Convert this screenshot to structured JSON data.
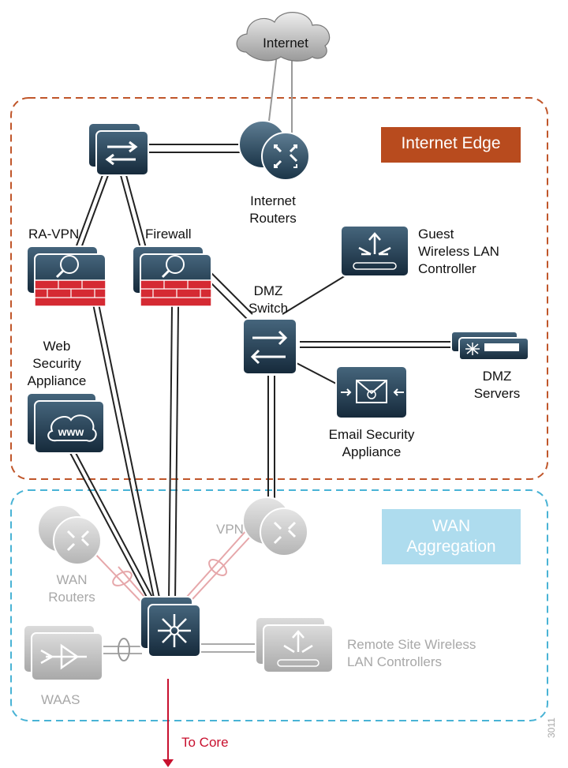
{
  "colors": {
    "edge_box": "#c0562a",
    "wan_box": "#49b3d5",
    "edge_badge": "#b84b1e",
    "wan_badge": "#aedcee",
    "device_dark": "#1f3b4f",
    "firewall_red": "#d52a33",
    "link": "#222222",
    "wan_link_grey": "#aaaaaa",
    "wan_link_pink": "#e6a7aa",
    "core_arrow": "#c8102e"
  },
  "labels": {
    "internet": "Internet",
    "internet_edge": "Internet Edge",
    "internet_routers": "Internet\nRouters",
    "ra_vpn": "RA-VPN",
    "firewall": "Firewall",
    "guest_wlc": "Guest\nWireless LAN\nController",
    "dmz_switch": "DMZ\nSwitch",
    "web_security": "Web\nSecurity\nAppliance",
    "dmz_servers": "DMZ\nServers",
    "email_security": "Email Security\nAppliance",
    "wan_aggregation": "WAN\nAggregation",
    "vpn": "VPN",
    "wan_routers": "WAN\nRouters",
    "remote_wlc": "Remote Site Wireless\nLAN Controllers",
    "waas": "WAAS",
    "to_core": "To Core",
    "figure_id": "3011"
  },
  "icons": [
    "cloud-icon",
    "switch-icon",
    "router-icon",
    "firewall-icon",
    "wlc-icon",
    "server-icon",
    "email-appliance-icon",
    "web-appliance-icon",
    "waas-icon",
    "core-switch-icon"
  ]
}
